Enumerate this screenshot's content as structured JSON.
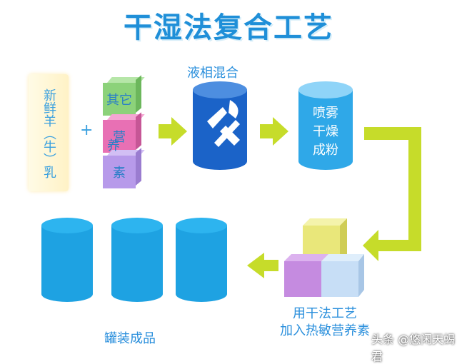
{
  "title": "干湿法复合工艺",
  "milk_label": "新鲜羊（牛）乳",
  "plus_sign": "+",
  "nutrient_labels": [
    "其它",
    "营",
    "养素"
  ],
  "nutrient_full": [
    "其它",
    "营",
    "养",
    "素"
  ],
  "mix_label": "液相混合",
  "spray_label": [
    "喷雾",
    "干燥",
    "成粉"
  ],
  "dry_add_label": [
    "用干法工艺",
    "加入热敏营养素"
  ],
  "product_label": "罐装成品",
  "watermark": "头条 @悠闲天蝎君",
  "colors": {
    "blue": "#1f8fd8",
    "arrow": "#c6dc2a",
    "cube_green": "#8cd27a",
    "cube_pink": "#e870b4",
    "cube_purple": "#b79aea",
    "cube_yellow": "#e9e77a",
    "cube_light": "#c7def6",
    "cube_violet": "#c58be0"
  }
}
